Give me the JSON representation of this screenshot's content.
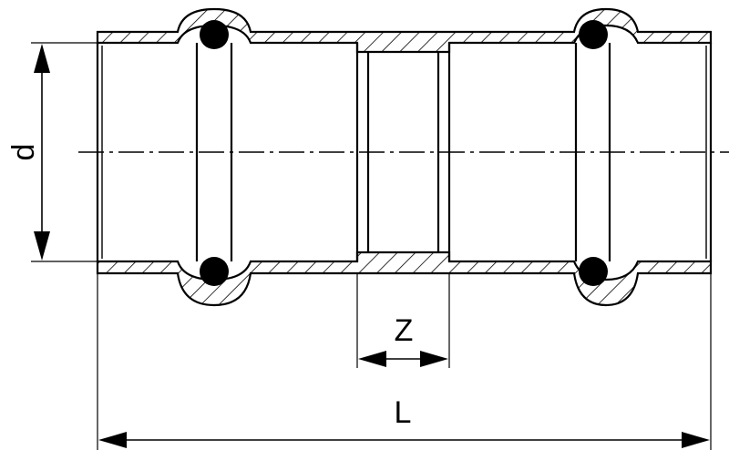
{
  "drawing": {
    "labels": {
      "diameter": "d",
      "insertion": "Z",
      "length": "L"
    },
    "colors": {
      "line": "#000000",
      "seal": "#000000",
      "background": "#ffffff"
    }
  }
}
